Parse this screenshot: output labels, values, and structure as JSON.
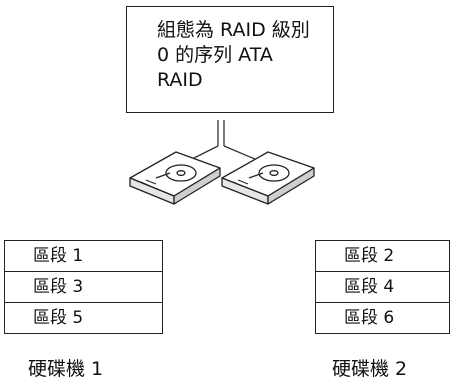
{
  "title_box": {
    "text": "組態為 RAID 級別\n0 的序列 ATA\nRAID"
  },
  "drives": [
    {
      "label": "硬碟機 1",
      "segments": [
        "區段 1",
        "區段 3",
        "區段 5"
      ]
    },
    {
      "label": "硬碟機 2",
      "segments": [
        "區段 2",
        "區段 4",
        "區段 6"
      ]
    }
  ],
  "colors": {
    "line": "#222222",
    "drive_fill": "#ffffff",
    "background": "#ffffff"
  }
}
